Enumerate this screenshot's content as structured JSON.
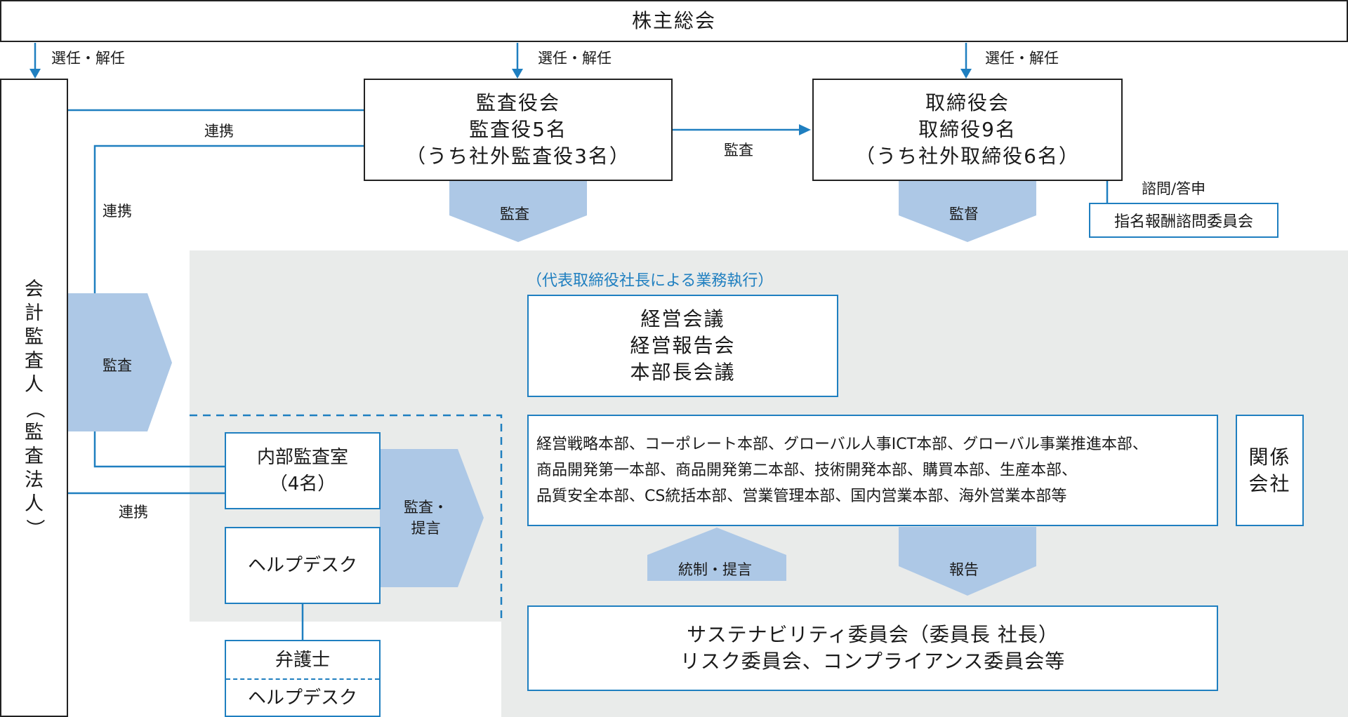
{
  "shareholders": "株主総会",
  "appoint_labels": [
    "選任・解任",
    "選任・解任",
    "選任・解任"
  ],
  "accounting_auditor": [
    "会",
    "計",
    "監",
    "査",
    "人",
    "（",
    "監",
    "査",
    "法",
    "人",
    "）"
  ],
  "audit_board": {
    "l1": "監査役会",
    "l2": "監査役5名",
    "l3": "（うち社外監査役3名）"
  },
  "board": {
    "l1": "取締役会",
    "l2": "取締役9名",
    "l3": "（うち社外取締役6名）"
  },
  "labels": {
    "renkei_top": "連携",
    "renkei_left": "連携",
    "renkei_bottom": "連携",
    "kansa_mid": "監査",
    "advisory": "諮問/答申"
  },
  "arrows": {
    "audit_board_down": "監査",
    "board_down": "監督",
    "auditor_right": "監査",
    "internal_right": [
      "監査・",
      "提言"
    ],
    "governance_up": "統制・提言",
    "report_down": "報告"
  },
  "nomination_committee": "指名報酬諮問委員会",
  "exec_heading": "（代表取締役社長による業務執行）",
  "management_meeting": [
    "経営会議",
    "経営報告会",
    "本部長会議"
  ],
  "divisions": [
    "経営戦略本部、コーポレート本部、グローバル人事ICT本部、グローバル事業推進本部、",
    "商品開発第一本部、商品開発第二本部、技術開発本部、購買本部、生産本部、",
    "品質安全本部、CS統括本部、営業管理本部、国内営業本部、海外営業本部等"
  ],
  "affiliates": [
    "関係",
    "会社"
  ],
  "internal_audit": {
    "l1": "内部監査室",
    "l2": "（4名）"
  },
  "helpdesk": "ヘルプデスク",
  "lawyer": "弁護士",
  "lawyer_helpdesk": "ヘルプデスク",
  "sustainability": {
    "l1": "サステナビリティ委員会（委員長 社長）",
    "l2": "リスク委員会、コンプライアンス委員会等"
  },
  "colors": {
    "arrow_blue": "#adc8e6",
    "accent_blue": "#1f7fc0",
    "gray_area": "#e9ebea"
  }
}
